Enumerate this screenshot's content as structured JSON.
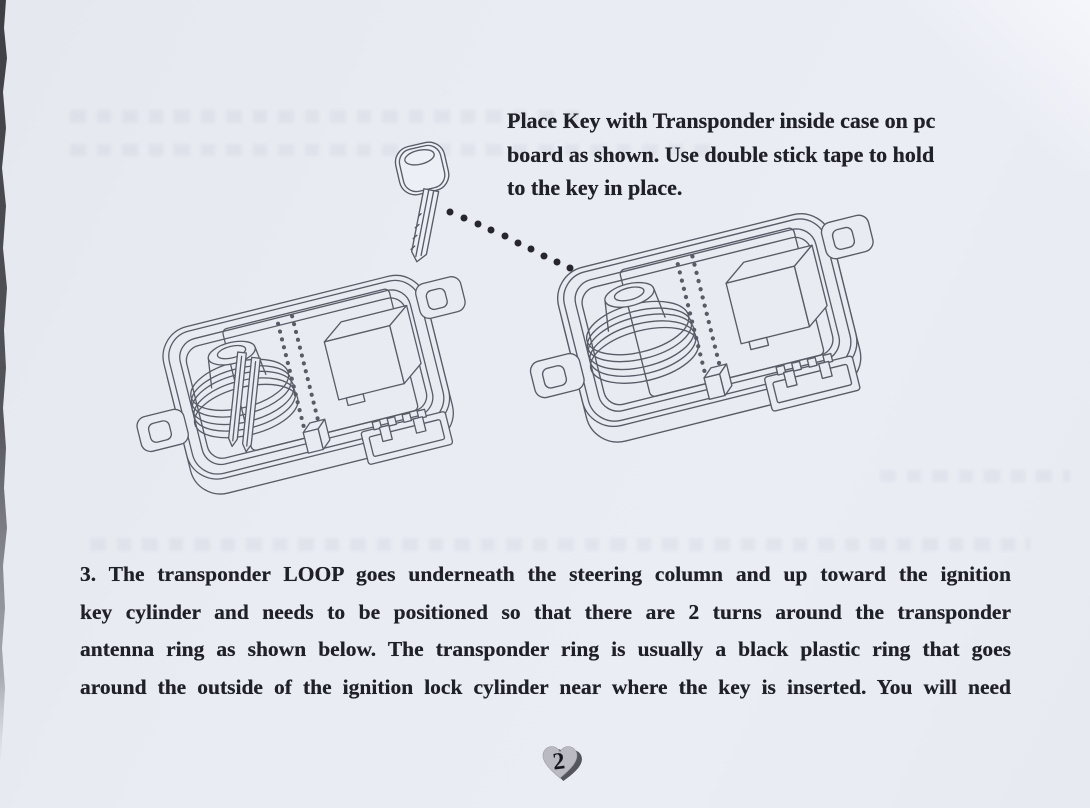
{
  "caption": {
    "lines": [
      "Place Key with Transponder inside case on pc",
      "board as shown. Use double stick tape to hold",
      "to the key in place."
    ]
  },
  "paragraph": {
    "lines": [
      "3. The transponder LOOP goes underneath the steering column and up toward the ignition",
      "key cylinder and needs to be positioned so that there are 2 turns around the transponder",
      "antenna ring as shown below. The transponder ring is usually a black plastic ring that goes",
      "around the outside of the ignition lock cylinder near where the key is inserted. You will need"
    ]
  },
  "footer": {
    "page_number": "2"
  },
  "colors": {
    "paper": "#e9ebf3",
    "ink": "#202128",
    "line_art": "#585c66",
    "heart_fill": "#b9bac2",
    "heart_shadow": "#54555d",
    "dot": "#26262c",
    "scan_edge": "#46464c"
  }
}
